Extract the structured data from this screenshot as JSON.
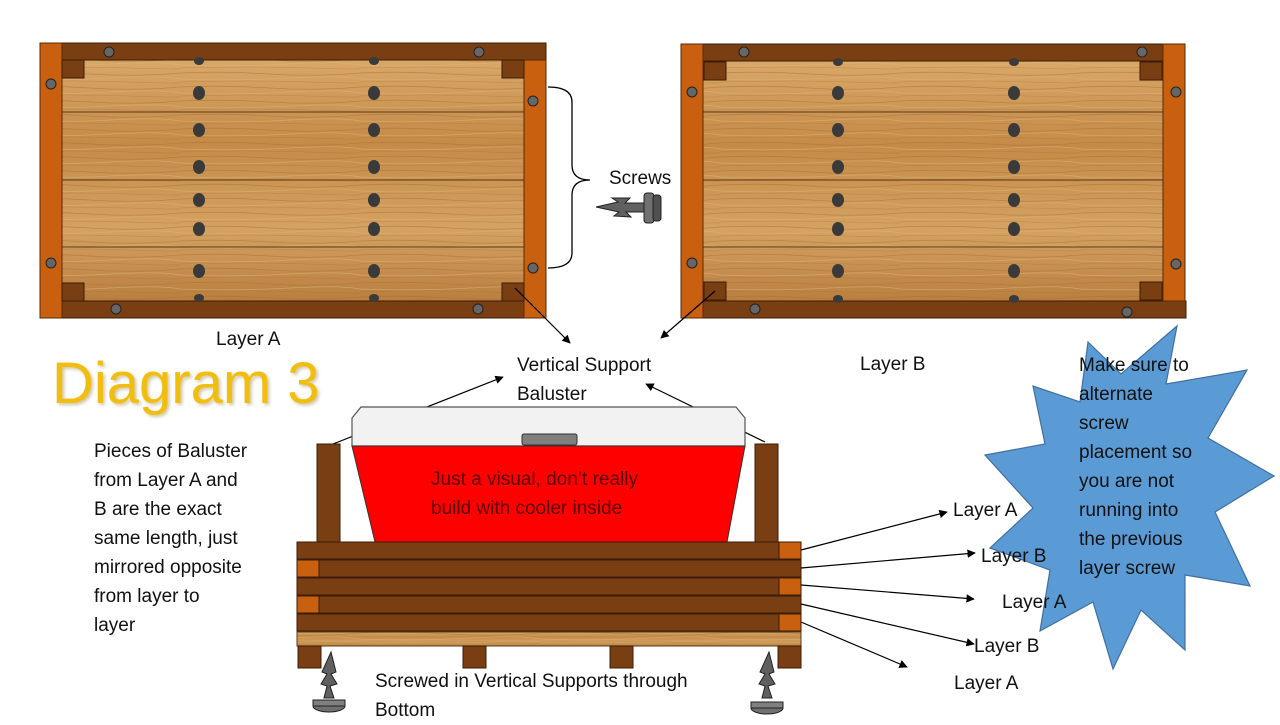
{
  "title": "Diagram 3",
  "labels": {
    "screws": "Screws",
    "layer_a_top": "Layer A",
    "layer_b_top": "Layer B",
    "vertical_support": "Vertical Support\nBaluster",
    "baluster_note": "Pieces of Baluster\nfrom Layer A and\nB are the exact\nsame length, just\nmirrored opposite\nfrom layer to\nlayer",
    "cooler_note": "Just a visual, don’t really\nbuild with cooler inside",
    "alternate_note": "Make sure to\nalternate\nscrew\nplacement so\nyou are not\nrunning into\nthe previous\nlayer screw",
    "bottom_note": "Screwed in Vertical Supports through\nBottom",
    "stack_layers": [
      "Layer A",
      "Layer B",
      "Layer A",
      "Layer B",
      "Layer A"
    ]
  },
  "colors": {
    "title": "#F2BE0E",
    "wood_light": "#C8924F",
    "wood_dark": "#7A3E13",
    "baluster": "#C9600F",
    "cooler_red": "#FF0000",
    "starburst": "#5B9BD5"
  }
}
